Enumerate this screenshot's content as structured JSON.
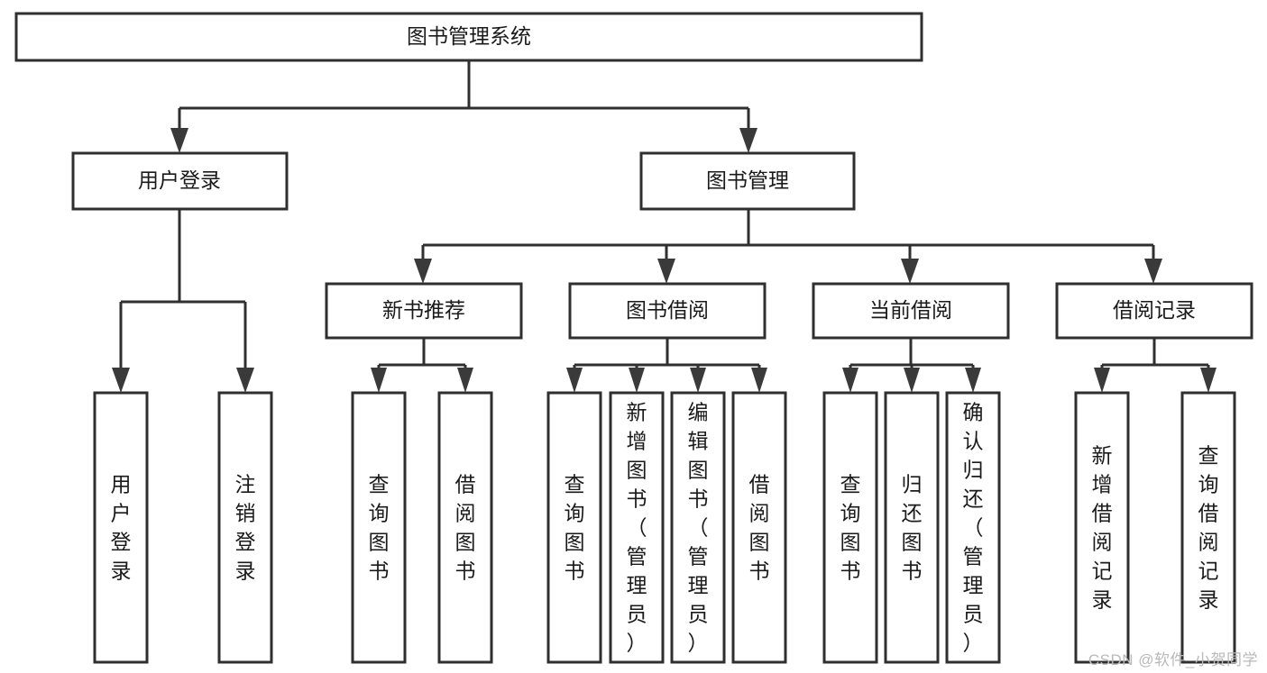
{
  "diagram": {
    "type": "hierarchy-tree",
    "title": "图书管理系统",
    "orientation": "top-down",
    "watermark": "CSDN @软件_小贺同学",
    "colors": {
      "background": "#ffffff",
      "box_stroke": "#2f2f2f",
      "box_fill": "#ffffff",
      "connector": "#2f2f2f",
      "text": "#1a1a1a",
      "watermark": "#b9b9b9"
    },
    "levels": [
      {
        "level": 1,
        "nodes": [
          {
            "id": "root",
            "label": "图书管理系统",
            "orientation": "horizontal"
          }
        ]
      },
      {
        "level": 2,
        "nodes": [
          {
            "id": "user-login",
            "label": "用户登录",
            "orientation": "horizontal",
            "parent": "root"
          },
          {
            "id": "book-manage",
            "label": "图书管理",
            "orientation": "horizontal",
            "parent": "root"
          }
        ]
      },
      {
        "level": 3,
        "nodes": [
          {
            "id": "new-book-rec",
            "label": "新书推荐",
            "orientation": "horizontal",
            "parent": "book-manage"
          },
          {
            "id": "book-borrow",
            "label": "图书借阅",
            "orientation": "horizontal",
            "parent": "book-manage"
          },
          {
            "id": "current-borrow",
            "label": "当前借阅",
            "orientation": "horizontal",
            "parent": "book-manage"
          },
          {
            "id": "borrow-record",
            "label": "借阅记录",
            "orientation": "horizontal",
            "parent": "book-manage"
          }
        ]
      },
      {
        "level": 4,
        "nodes": [
          {
            "id": "leaf-user-login",
            "label": "用户登录",
            "orientation": "vertical",
            "parent": "user-login"
          },
          {
            "id": "leaf-logout",
            "label": "注销登录",
            "orientation": "vertical",
            "parent": "user-login"
          },
          {
            "id": "leaf-query-book-1",
            "label": "查询图书",
            "orientation": "vertical",
            "parent": "new-book-rec"
          },
          {
            "id": "leaf-borrow-book-1",
            "label": "借阅图书",
            "orientation": "vertical",
            "parent": "new-book-rec"
          },
          {
            "id": "leaf-query-book-2",
            "label": "查询图书",
            "orientation": "vertical",
            "parent": "book-borrow"
          },
          {
            "id": "leaf-add-book",
            "label": "新增图书（管理员）",
            "orientation": "vertical",
            "parent": "book-borrow"
          },
          {
            "id": "leaf-edit-book",
            "label": "编辑图书（管理员）",
            "orientation": "vertical",
            "parent": "book-borrow"
          },
          {
            "id": "leaf-borrow-book-2",
            "label": "借阅图书",
            "orientation": "vertical",
            "parent": "book-borrow"
          },
          {
            "id": "leaf-query-book-3",
            "label": "查询图书",
            "orientation": "vertical",
            "parent": "current-borrow"
          },
          {
            "id": "leaf-return-book",
            "label": "归还图书",
            "orientation": "vertical",
            "parent": "current-borrow"
          },
          {
            "id": "leaf-confirm-return",
            "label": "确认归还（管理员）",
            "orientation": "vertical",
            "parent": "current-borrow"
          },
          {
            "id": "leaf-add-record",
            "label": "新增借阅记录",
            "orientation": "vertical",
            "parent": "borrow-record"
          },
          {
            "id": "leaf-query-record",
            "label": "查询借阅记录",
            "orientation": "vertical",
            "parent": "borrow-record"
          }
        ]
      }
    ]
  }
}
